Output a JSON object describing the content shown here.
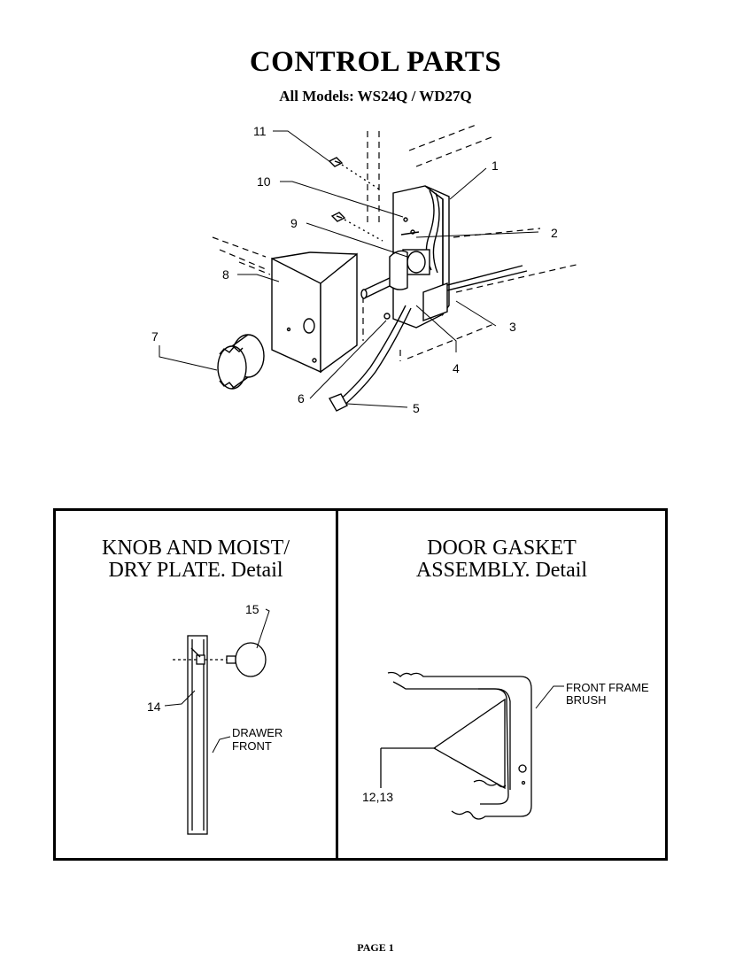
{
  "header": {
    "title": "CONTROL PARTS",
    "subtitle": "All Models: WS24Q / WD27Q"
  },
  "callouts": {
    "c1": "1",
    "c2": "2",
    "c3": "3",
    "c4": "4",
    "c5": "5",
    "c6": "6",
    "c7": "7",
    "c8": "8",
    "c9": "9",
    "c10": "10",
    "c11": "11"
  },
  "detail_left": {
    "title_line1": "KNOB AND MOIST/",
    "title_line2": "DRY PLATE.  Detail",
    "callout_15": "15",
    "callout_14": "14",
    "drawer_line1": "DRAWER",
    "drawer_line2": "FRONT"
  },
  "detail_right": {
    "title_line1": "DOOR GASKET",
    "title_line2": "ASSEMBLY.  Detail",
    "brush_line1": "FRONT FRAME",
    "brush_line2": "BRUSH",
    "callout_12_13": "12,13"
  },
  "footer": {
    "page_label": "PAGE 1"
  }
}
